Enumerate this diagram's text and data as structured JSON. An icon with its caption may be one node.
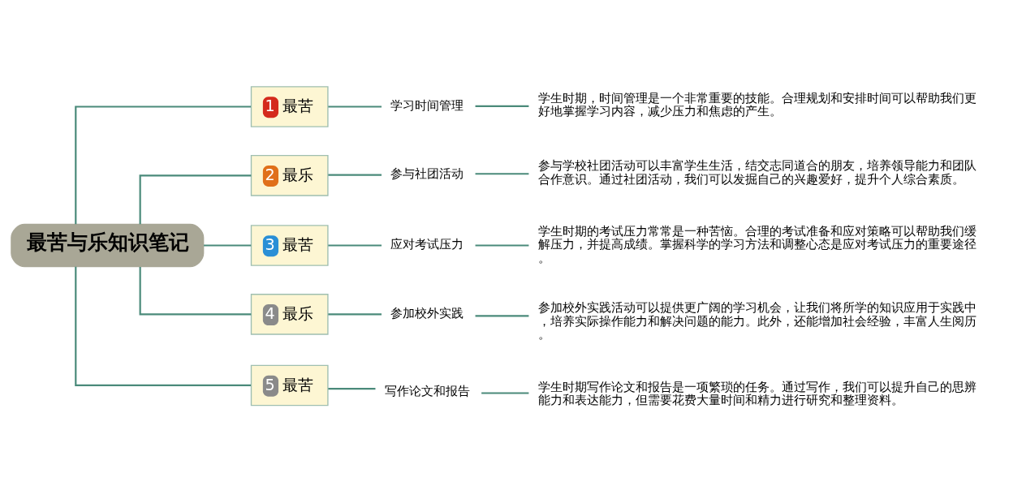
{
  "diagram": {
    "nodes": [
      {
        "text": [
          "最苦与乐知识笔记"
        ]
      },
      {
        "text": [
          "1",
          "最苦"
        ]
      },
      {
        "text": [
          "学习时间管理"
        ]
      },
      {
        "text": [
          "学生时期，时间管理是一个非常重要的技能。合理规划和安排时间可以帮助我们更好地掌握学习内容，减少压力和焦虑的产生。"
        ]
      },
      {
        "text": [
          "2",
          "最乐"
        ]
      },
      {
        "text": [
          "参与社团活动"
        ]
      },
      {
        "text": [
          "参与学校社团活动可以丰富学生生活，结交志同道合的朋友，培养领导能力和团队合作意识。通过社团活动，我们可以发掘自己的兴趣爱好，提升个人综合素质。"
        ]
      },
      {
        "text": [
          "3",
          "最苦"
        ]
      },
      {
        "text": [
          "应对考试压力"
        ]
      },
      {
        "text": [
          "学生时期的考试压力常常是一种苦恼。合理的考试准备和应对策略可以帮助我们缓解压力，并提高成绩。掌握科学的学习方法和调整心态是应对考试压力的重要途径。"
        ]
      },
      {
        "text": [
          "4",
          "最乐"
        ]
      },
      {
        "text": [
          "参加校外实践"
        ]
      },
      {
        "text": [
          "参加校外实践活动可以提供更广阔的学习机会，让我们将所学的知识应用于实践中，培养实际操作能力和解决问题的能力。此外，还能增加社会经验，丰富人生阅历。"
        ]
      },
      {
        "text": [
          "5",
          "最苦"
        ]
      },
      {
        "text": [
          "写作论文和报告"
        ]
      },
      {
        "text": [
          "学生时期写作论文和报告是一项繁琐的任务。通过写作，我们可以提升自己的思辨能力和表达能力，但需要花费大量时间和精力进行研究和整理资料。"
        ]
      }
    ],
    "edges": [
      {
        "from": 0,
        "to": 1,
        "arrow": "none"
      },
      {
        "from": 1,
        "to": 2,
        "arrow": "none"
      },
      {
        "from": 2,
        "to": 3,
        "arrow": "none"
      },
      {
        "from": 0,
        "to": 4,
        "arrow": "none"
      },
      {
        "from": 4,
        "to": 5,
        "arrow": "none"
      },
      {
        "from": 5,
        "to": 6,
        "arrow": "none"
      },
      {
        "from": 0,
        "to": 7,
        "arrow": "none"
      },
      {
        "from": 7,
        "to": 8,
        "arrow": "none"
      },
      {
        "from": 8,
        "to": 9,
        "arrow": "none"
      },
      {
        "from": 0,
        "to": 10,
        "arrow": "none"
      },
      {
        "from": 10,
        "to": 11,
        "arrow": "none"
      },
      {
        "from": 11,
        "to": 12,
        "arrow": "none"
      },
      {
        "from": 0,
        "to": 13,
        "arrow": "none"
      },
      {
        "from": 13,
        "to": 14,
        "arrow": "none"
      },
      {
        "from": 14,
        "to": 15,
        "arrow": "none"
      }
    ]
  }
}
